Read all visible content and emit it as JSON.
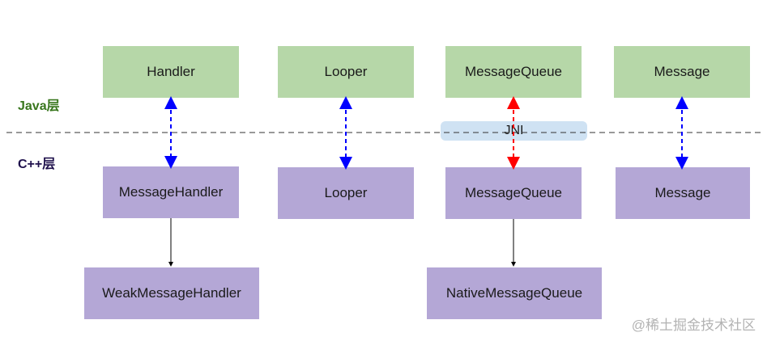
{
  "layers": {
    "java_label": "Java层",
    "java_color": "#38761d",
    "cpp_label": "C++层",
    "cpp_color": "#20124d"
  },
  "java_boxes": {
    "handler": "Handler",
    "looper": "Looper",
    "message_queue": "MessageQueue",
    "message": "Message"
  },
  "cpp_boxes": {
    "message_handler": "MessageHandler",
    "looper": "Looper",
    "message_queue": "MessageQueue",
    "message": "Message",
    "weak_message_handler": "WeakMessageHandler",
    "native_message_queue": "NativeMessageQueue"
  },
  "jni": {
    "label": "JNI"
  },
  "colors": {
    "java_box": "#b6d7a8",
    "cpp_box": "#b4a7d6",
    "bridge_arrow": "#0000ff",
    "jni_arrow": "#ff0000",
    "jni_band": "#cfe2f3"
  },
  "watermark": "@稀土掘金技术社区"
}
